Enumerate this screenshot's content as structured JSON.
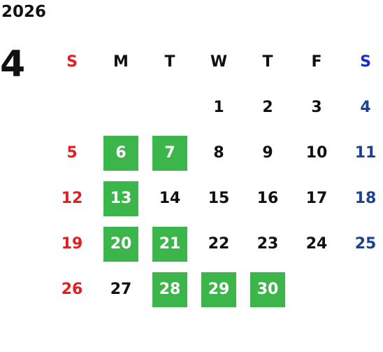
{
  "calendar": {
    "year": "2026",
    "month": "4",
    "weekdays": [
      {
        "label": "S",
        "color": "#e02020"
      },
      {
        "label": "M",
        "color": "#111111"
      },
      {
        "label": "T",
        "color": "#111111"
      },
      {
        "label": "W",
        "color": "#111111"
      },
      {
        "label": "T",
        "color": "#111111"
      },
      {
        "label": "F",
        "color": "#111111"
      },
      {
        "label": "S",
        "color": "#1a2ccc"
      }
    ],
    "colors": {
      "sunday": "#e02020",
      "saturday": "#1e4290",
      "weekday": "#111111",
      "highlight_background": "#3cb54a",
      "highlight_text": "#ffffff"
    },
    "leading_blank_days": 3,
    "days": [
      {
        "day": "1",
        "highlighted": false
      },
      {
        "day": "2",
        "highlighted": false
      },
      {
        "day": "3",
        "highlighted": false
      },
      {
        "day": "4",
        "highlighted": false
      },
      {
        "day": "5",
        "highlighted": false
      },
      {
        "day": "6",
        "highlighted": true
      },
      {
        "day": "7",
        "highlighted": true
      },
      {
        "day": "8",
        "highlighted": false
      },
      {
        "day": "9",
        "highlighted": false
      },
      {
        "day": "10",
        "highlighted": false
      },
      {
        "day": "11",
        "highlighted": false
      },
      {
        "day": "12",
        "highlighted": false
      },
      {
        "day": "13",
        "highlighted": true
      },
      {
        "day": "14",
        "highlighted": false
      },
      {
        "day": "15",
        "highlighted": false
      },
      {
        "day": "16",
        "highlighted": false
      },
      {
        "day": "17",
        "highlighted": false
      },
      {
        "day": "18",
        "highlighted": false
      },
      {
        "day": "19",
        "highlighted": false
      },
      {
        "day": "20",
        "highlighted": true
      },
      {
        "day": "21",
        "highlighted": true
      },
      {
        "day": "22",
        "highlighted": false
      },
      {
        "day": "23",
        "highlighted": false
      },
      {
        "day": "24",
        "highlighted": false
      },
      {
        "day": "25",
        "highlighted": false
      },
      {
        "day": "26",
        "highlighted": false
      },
      {
        "day": "27",
        "highlighted": false
      },
      {
        "day": "28",
        "highlighted": true
      },
      {
        "day": "29",
        "highlighted": true
      },
      {
        "day": "30",
        "highlighted": true
      }
    ]
  }
}
